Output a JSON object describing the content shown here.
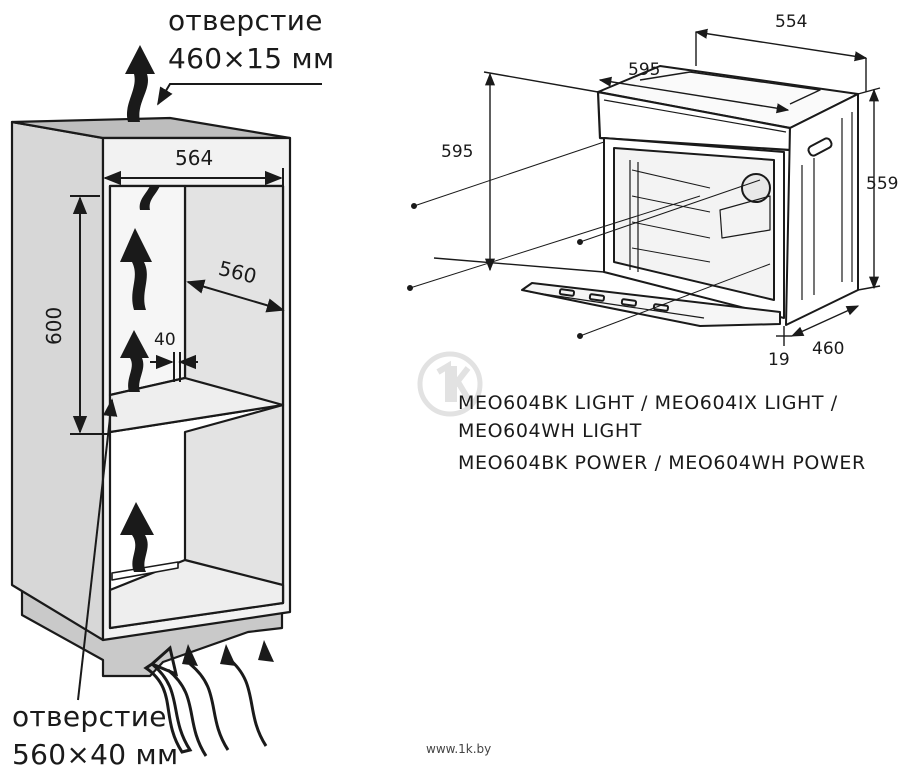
{
  "left_diagram": {
    "top_opening_label": "отверстие",
    "top_opening_size": "460×15 мм",
    "bottom_opening_label": "отверстие",
    "bottom_opening_size": "560×40 мм",
    "width_dim": "564",
    "depth_dim": "560",
    "height_dim": "600",
    "gap_dim": "40"
  },
  "right_diagram": {
    "dim_top_width": "554",
    "dim_front_width": "595",
    "dim_front_height": "595",
    "dim_side_height": "559",
    "dim_depth": "460",
    "dim_panel": "19"
  },
  "models": {
    "line1": "MEO604BK LIGHT / MEO604IX LIGHT /",
    "line2": "MEO604WH LIGHT",
    "line3": "MEO604BK POWER / MEO604WH POWER"
  },
  "watermark": "www.1k.by",
  "colors": {
    "line": "#1a1a1a",
    "cabinet_fill": "#e3e3e3",
    "base_fill": "#c9c9c9",
    "watermark": "#e2e2e2"
  }
}
